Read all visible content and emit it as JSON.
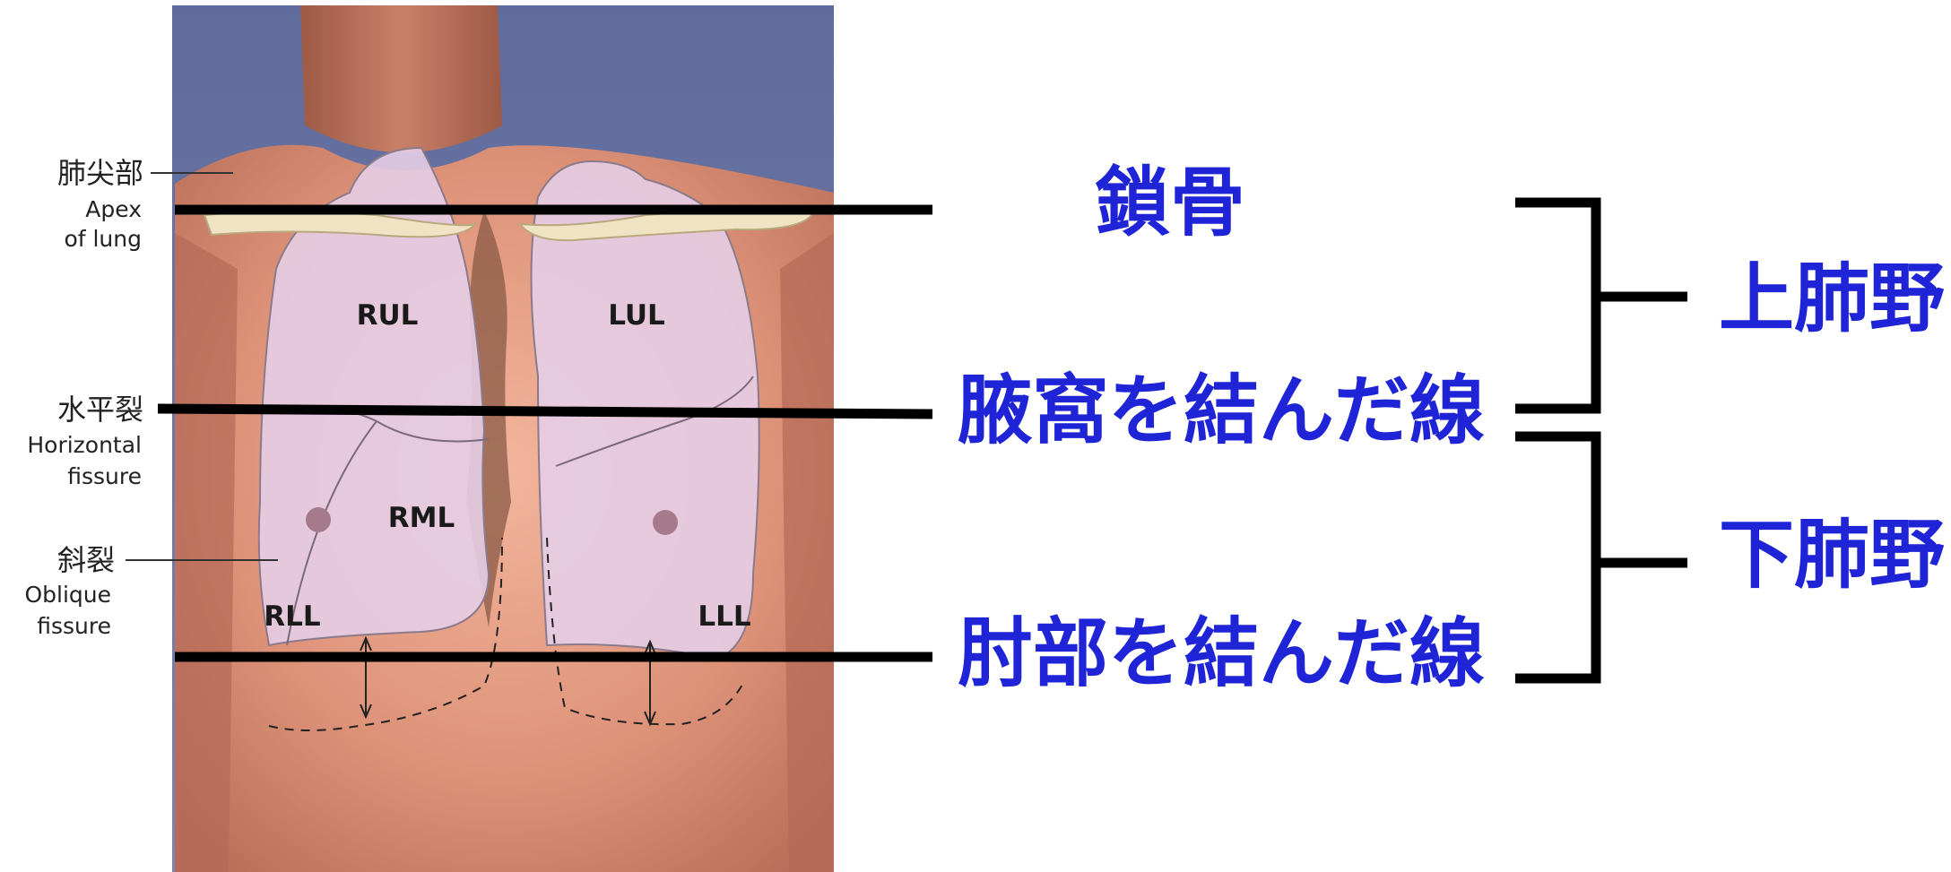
{
  "colors": {
    "accent": "#1f25d6",
    "line": "#000000",
    "lung": "#e6cde6",
    "skin": "#e79b84",
    "background_photo": "#6f79a8"
  },
  "left_labels": {
    "apex_jp": "肺尖部",
    "apex_en_1": "Apex",
    "apex_en_2": "of lung",
    "horizontal_jp": "水平裂",
    "horizontal_en_1": "Horizontal",
    "horizontal_en_2": "fissure",
    "oblique_jp": "斜裂",
    "oblique_en_1": "Oblique",
    "oblique_en_2": "fissure"
  },
  "lobes": {
    "rul": "RUL",
    "lul": "LUL",
    "rml": "RML",
    "rll": "RLL",
    "lll": "LLL"
  },
  "lines": {
    "clavicle": "鎖骨",
    "axilla": "腋窩を結んだ線",
    "elbow": "肘部を結んだ線"
  },
  "fields": {
    "upper": "上肺野",
    "lower": "下肺野"
  }
}
